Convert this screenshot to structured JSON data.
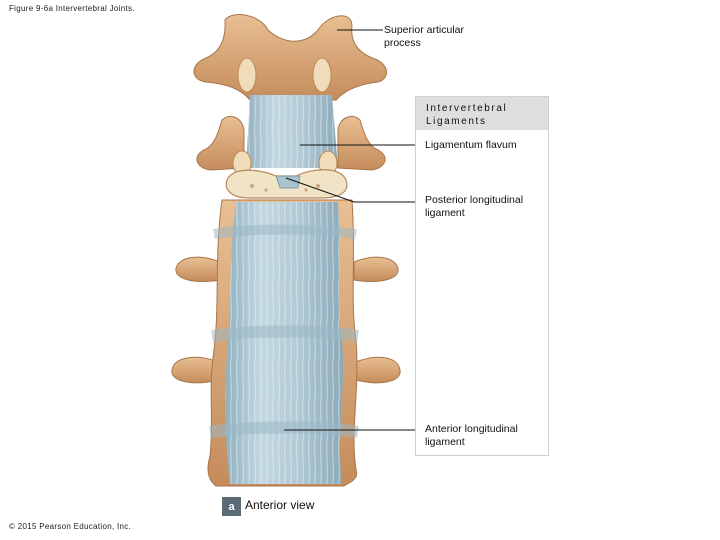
{
  "figure_caption": "Figure 9-6a Intervertebral Joints.",
  "legend": {
    "title": "Intervertebral\nLigaments"
  },
  "labels": {
    "superior_articular_process": "Superior articular\nprocess",
    "ligamentum_flavum": "Ligamentum flavum",
    "posterior_longitudinal_ligament": "Posterior longitudinal\nligament",
    "anterior_longitudinal_ligament": "Anterior longitudinal\nligament"
  },
  "view": {
    "badge": "a",
    "label": "Anterior view"
  },
  "copyright": "© 2015 Pearson Education, Inc.",
  "colors": {
    "bone": "#d9a97a",
    "bone_shadow": "#b87f4f",
    "ligament": "#a9c3cf",
    "ligament_light": "#cfe0e7",
    "disc": "#efe0c4",
    "legend_header": "#dedede",
    "badge": "#5b6b76"
  }
}
